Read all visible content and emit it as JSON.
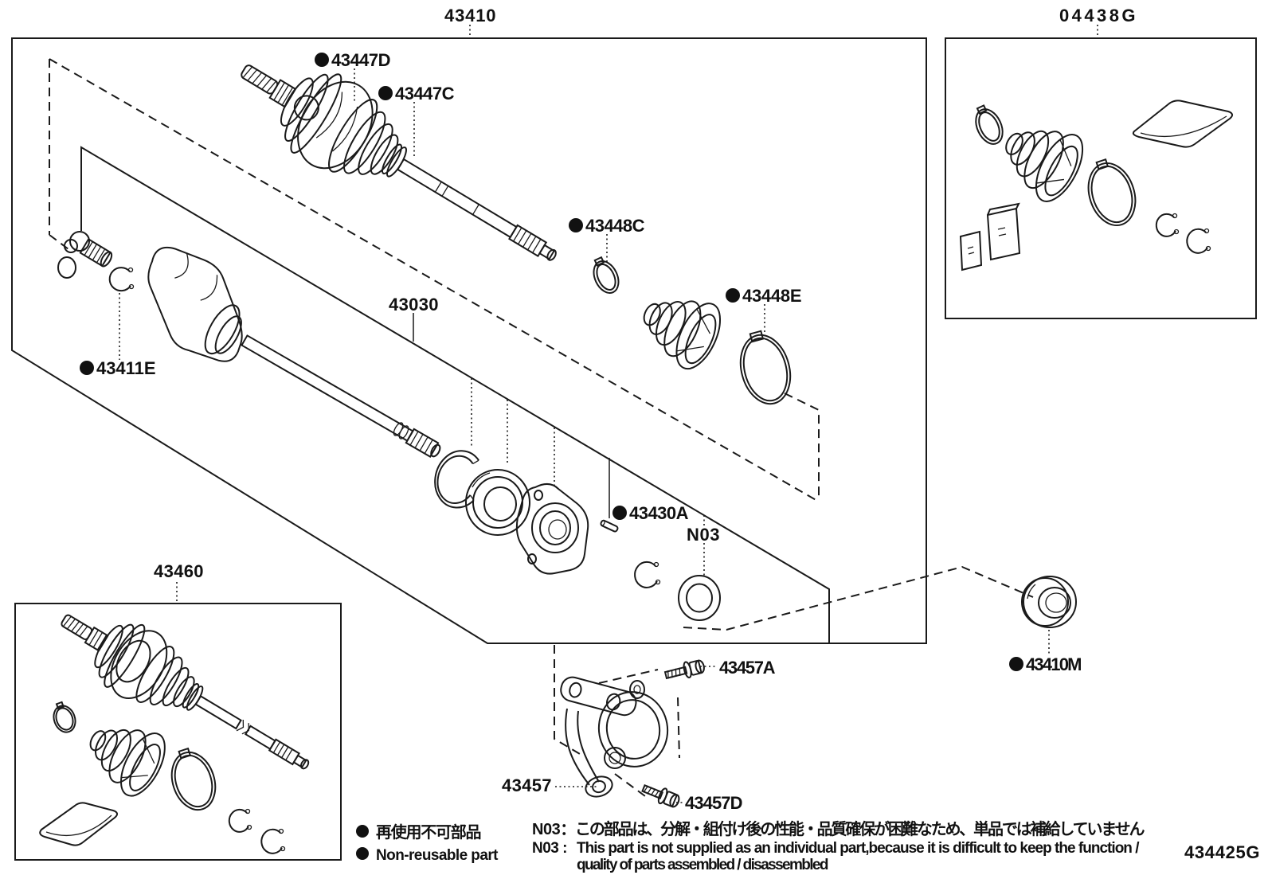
{
  "page": {
    "type": "toyota-parts-catalog-exploded-diagram",
    "figure_code": "434425G"
  },
  "boxes": {
    "main_assembly_label": "43410",
    "boot_kit_label": "04438G",
    "shaft_kit_label": "43460"
  },
  "part_labels": {
    "p43447D": "43447D",
    "p43447C": "43447C",
    "p43448C": "43448C",
    "p43448E": "43448E",
    "p43030": "43030",
    "p43411E": "43411E",
    "p43430A": "43430A",
    "n03": "N03",
    "p43457": "43457",
    "p43457A": "43457A",
    "p43457D": "43457D",
    "p43410M": "43410M"
  },
  "legend": {
    "non_reusable_jp": "再使用不可部品",
    "non_reusable_en": "Non-reusable part"
  },
  "notes": {
    "n03_label_jp": "N03：",
    "n03_jp": "この部品は、分解・組付け後の性能・品質確保が困難なため、単品では補給していません",
    "n03_label_en": "N03 :",
    "n03_en_line1": "This part is not supplied as an individual part,because it is difficult to keep the function /",
    "n03_en_line2": "quality of parts assembled / disassembled"
  },
  "footer": {
    "figure_code": "434425G"
  },
  "colors": {
    "line": "#1a1a1a",
    "background": "#ffffff"
  }
}
